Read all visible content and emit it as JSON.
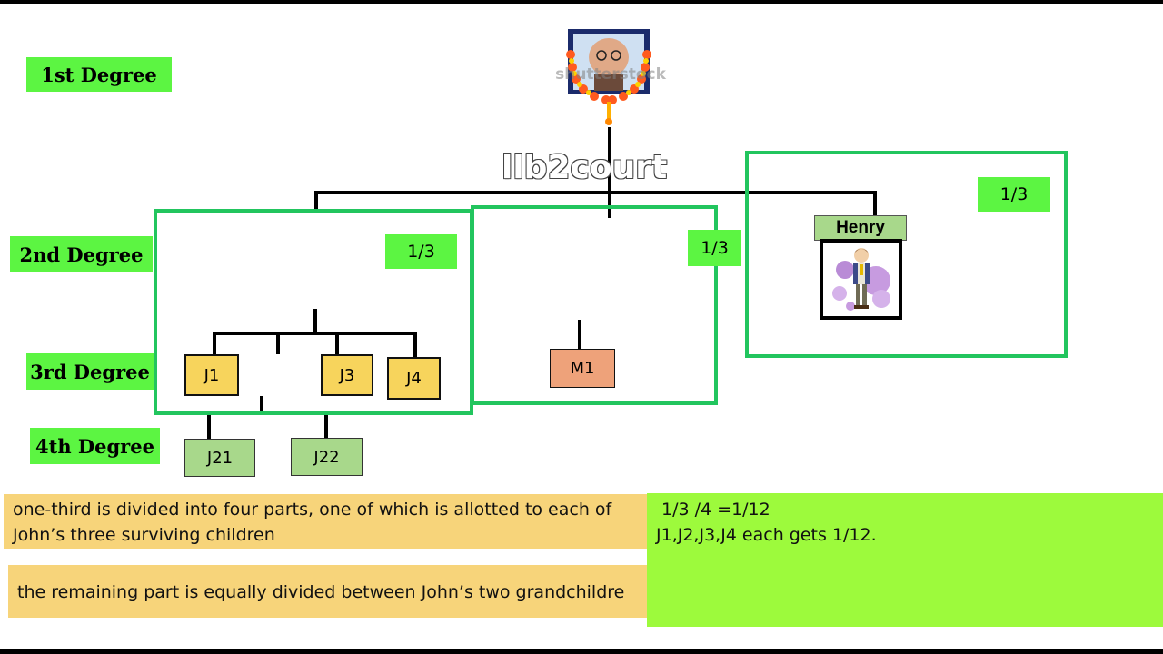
{
  "degrees": {
    "first": "1st  Degree",
    "second": "2nd Degree",
    "third": "3rd Degree",
    "fourth": "4th Degree"
  },
  "shares": {
    "john_branch": "1/3",
    "middle_branch": "1/3",
    "henry_branch": "1/3"
  },
  "watermark": "llb2court",
  "ancestor_photo_watermark": "shutterstock",
  "henry": {
    "name": "Henry"
  },
  "nodes": {
    "j1": "J1",
    "j3": "J3",
    "j4": "J4",
    "m1": "M1",
    "j21": "J21",
    "j22": "J22"
  },
  "notes": {
    "line1": "one-third is divided into four parts, one of which is allotted to each of",
    "line2": "John’s three surviving children",
    "line3": "the remaining part is equally divided between John’s two grandchildre"
  },
  "calc": {
    "line1": "1/3 /4 =1/12",
    "line2": "J1,J2,J3,J4 each gets 1/12."
  },
  "colors": {
    "degree_label": "#5cf542",
    "branch_box": "#22c55e",
    "node_yellow": "#f7d45c",
    "node_salmon": "#eea27a",
    "node_green": "#a8d88b",
    "note_bg": "#f7d47a",
    "calc_bg": "#9dfa3c"
  }
}
